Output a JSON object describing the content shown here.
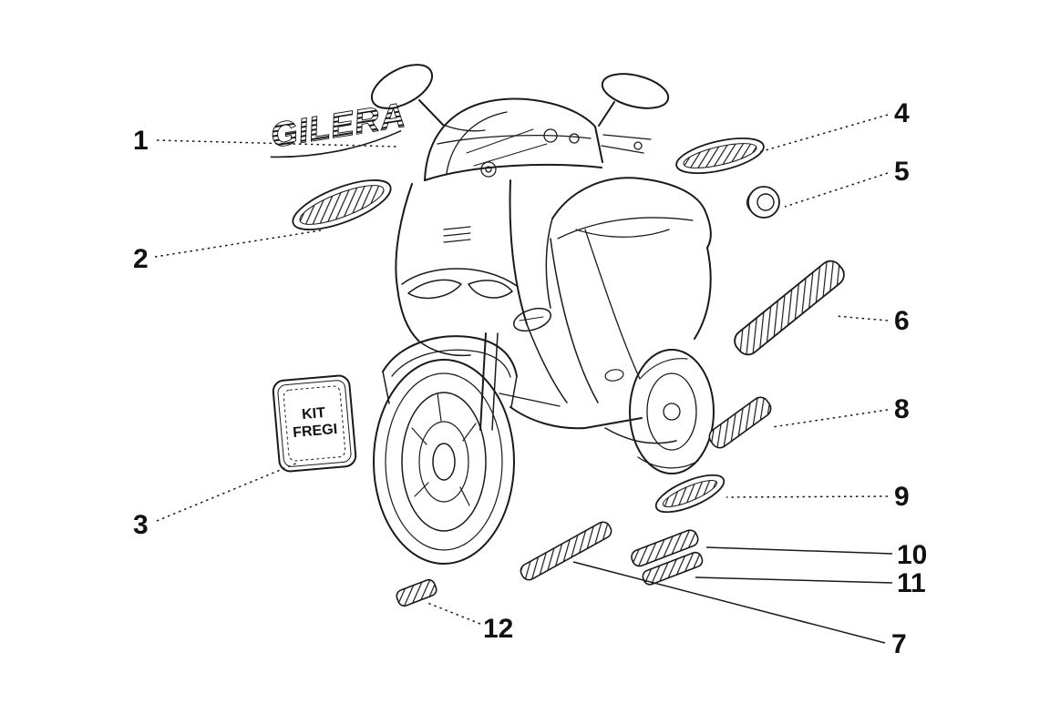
{
  "figure": {
    "type": "parts-diagram",
    "subject": "Scooter trim / decal kit exploded view",
    "background_color": "#ffffff",
    "line_color": "#1a1a1a"
  },
  "callouts": [
    "1",
    "2",
    "3",
    "4",
    "5",
    "6",
    "7",
    "8",
    "9",
    "10",
    "11",
    "12"
  ],
  "decals": {
    "brand_logo": "GILERA",
    "kit_label_line1": "KIT",
    "kit_label_line2": "FREGI"
  }
}
